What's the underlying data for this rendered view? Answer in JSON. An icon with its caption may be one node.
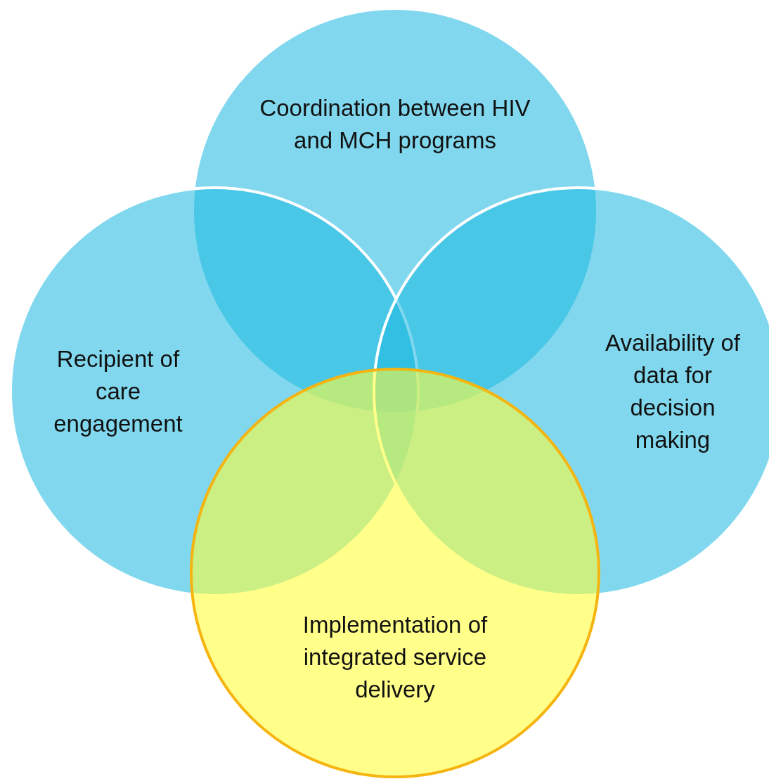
{
  "diagram": {
    "nodes": [
      {
        "text": [
          "Coordination between HIV and MCH programs"
        ]
      },
      {
        "text": [
          "Recipient of care engagement"
        ]
      },
      {
        "text": [
          "Availability of data for decision making"
        ]
      },
      {
        "text": [
          "Implementation of integrated service delivery"
        ]
      }
    ]
  }
}
